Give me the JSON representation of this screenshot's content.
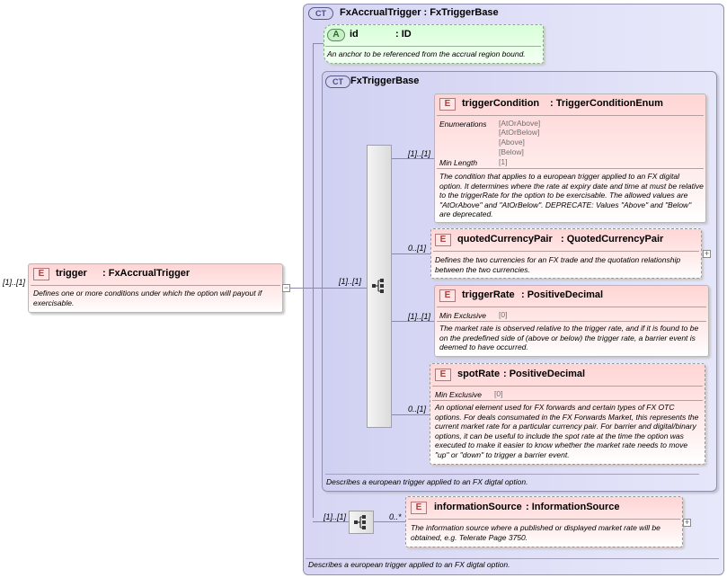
{
  "root": {
    "multiplicity": "[1]..[1]",
    "badge": "E",
    "name": "trigger",
    "type": ": FxAccrualTrigger",
    "description": "Defines one or more conditions under which the option will payout if exercisable."
  },
  "outer_ct": {
    "badge": "CT",
    "title": "FxAccrualTrigger : FxTriggerBase",
    "description": "Describes a european trigger applied to an FX digtal option."
  },
  "attribute_id": {
    "badge": "A",
    "name": "id",
    "type": ": ID",
    "description": "An anchor to be referenced from the accrual region bound."
  },
  "inner_ct": {
    "badge": "CT",
    "title": "FxTriggerBase",
    "sequence_multiplicity": "[1]..[1]",
    "description": "Describes a european trigger applied to an FX digtal option."
  },
  "elements": {
    "triggerCondition": {
      "multiplicity": "[1]..[1]",
      "badge": "E",
      "name": "triggerCondition",
      "type": ": TriggerConditionEnum",
      "enumerations_label": "Enumerations",
      "enumerations": [
        "[AtOrAbove]",
        "[AtOrBelow]",
        "[Above]",
        "[Below]"
      ],
      "min_length_label": "Min Length",
      "min_length": "[1]",
      "description": "The condition that applies to a european trigger applied to an FX digital option. It determines where the rate at expiry date and time at must be relative to the triggerRate for the option to be exercisable. The allowed values are \"AtOrAbove\" and \"AtOrBelow\". DEPRECATE: Values \"Above\" and \"Below\" are deprecated."
    },
    "quotedCurrencyPair": {
      "multiplicity": "0..[1]",
      "badge": "E",
      "name": "quotedCurrencyPair",
      "type": ": QuotedCurrencyPair",
      "description": "Defines the two currencies for an FX trade and the quotation relationship between the two currencies."
    },
    "triggerRate": {
      "multiplicity": "[1]..[1]",
      "badge": "E",
      "name": "triggerRate",
      "type": ": PositiveDecimal",
      "facet_label": "Min Exclusive",
      "facet_value": "[0]",
      "description": "The market rate is observed relative to the trigger rate, and if it is found to be on the predefined side of (above or below) the trigger rate, a barrier event is deemed to have occurred."
    },
    "spotRate": {
      "multiplicity": "0..[1]",
      "badge": "E",
      "name": "spotRate",
      "type": ": PositiveDecimal",
      "facet_label": "Min Exclusive",
      "facet_value": "[0]",
      "description": "An optional element used for FX forwards and certain types of FX OTC options. For deals consumated in the FX Forwards Market, this represents the current market rate for a particular currency pair. For barrier and digital/binary options, it can be useful to include the spot rate at the time the option was executed to make it easier to know whether the market rate needs to move \"up\" or \"down\" to trigger a barrier event."
    },
    "informationSource": {
      "sequence_multiplicity": "[1]..[1]",
      "multiplicity": "0..*",
      "badge": "E",
      "name": "informationSource",
      "type": ": InformationSource",
      "description": "The information source where a published or displayed market rate will be obtained, e.g. Telerate Page 3750."
    }
  },
  "colors": {
    "ct_background": "#e0e0f8",
    "ct_border": "#9090b0",
    "element_fill": "#ffd5d5",
    "attribute_fill": "#e4ffe4"
  }
}
